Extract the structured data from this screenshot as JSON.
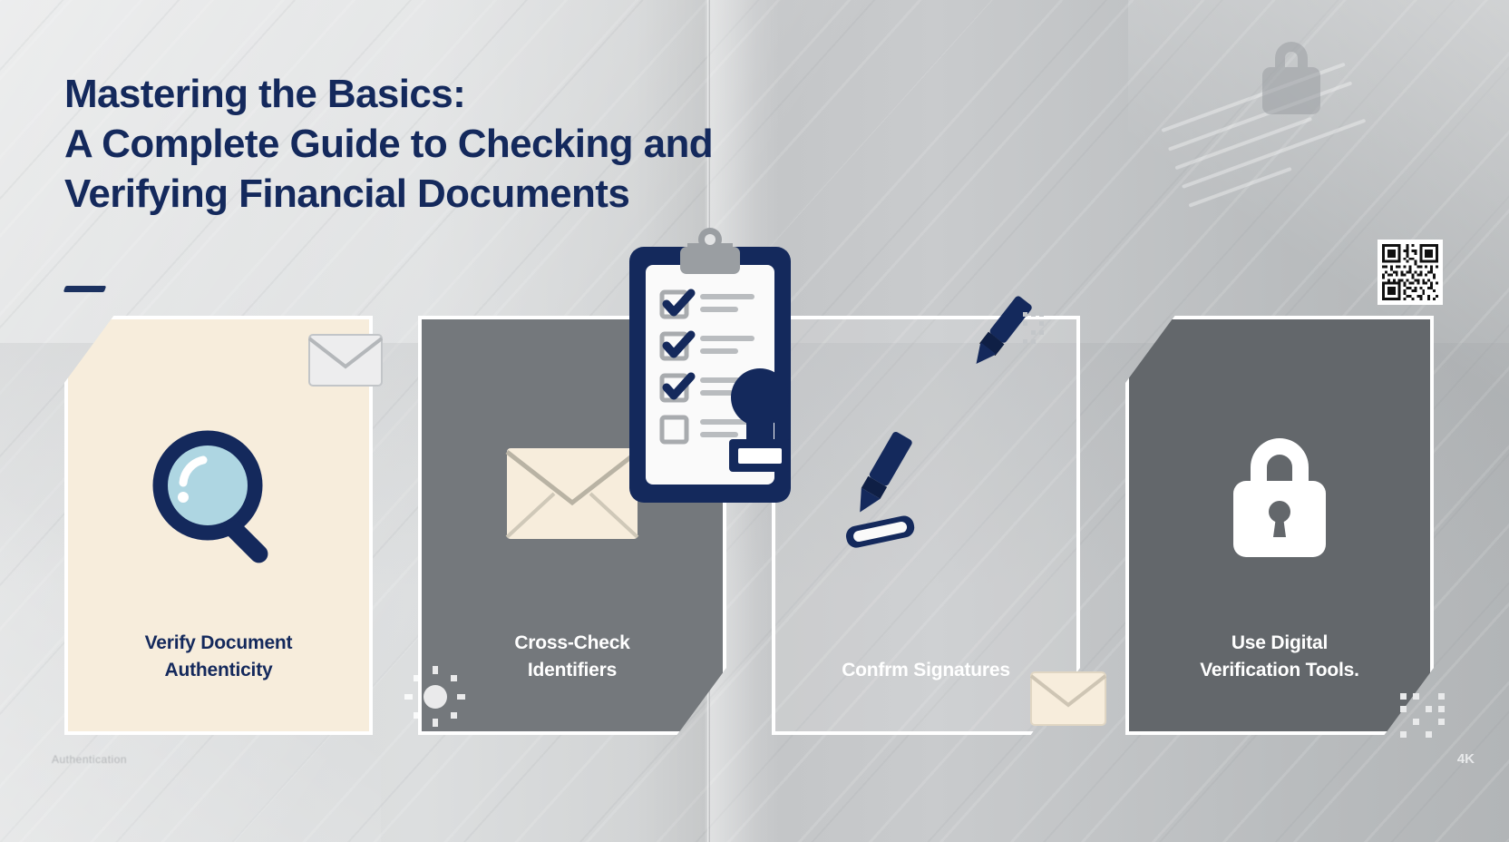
{
  "heading": {
    "line1": "Mastering the Basics:",
    "line2": "A Complete Guide to Checking and",
    "line3": "Verifying Financial Documents"
  },
  "cards": [
    {
      "label_line1": "Verify Document",
      "label_line2": "Authenticity",
      "icon": "magnifying-glass-icon",
      "background": "#f7eddc",
      "text_color": "#14295c"
    },
    {
      "label_line1": "Cross-Check",
      "label_line2": "Identifiers",
      "icon": "envelope-icon",
      "background": "#74787c",
      "text_color": "#ffffff"
    },
    {
      "label_line1": "Confrm Signatures",
      "label_line2": "",
      "icon": "signature-pen-icon",
      "background": "#bfc2c4",
      "text_color": "#ffffff"
    },
    {
      "label_line1": "Use Digital",
      "label_line2": "Verification Tools.",
      "icon": "padlock-icon",
      "background": "#63676b",
      "text_color": "#ffffff"
    }
  ],
  "decorations": {
    "clipboard": "clipboard-checklist-icon",
    "stamp": "rubber-stamp-icon",
    "pen_top": "fountain-pen-icon",
    "pen_middle": "fountain-pen-icon",
    "envelope_left": "envelope-icon",
    "envelope_bottom": "envelope-icon",
    "lock_top_right": "padlock-icon",
    "document_top_right": "tilted-document-icon",
    "qr_code": "qr-code-icon"
  },
  "footer": {
    "watermark_left": "Authentication",
    "quality_badge": "4K"
  },
  "colors": {
    "navy": "#14295c",
    "navy_deep": "#112450",
    "cream": "#f7eddc",
    "grey_dark": "#63676b",
    "grey_mid": "#74787c",
    "white": "#ffffff",
    "lens_blue": "#aed6e2"
  }
}
